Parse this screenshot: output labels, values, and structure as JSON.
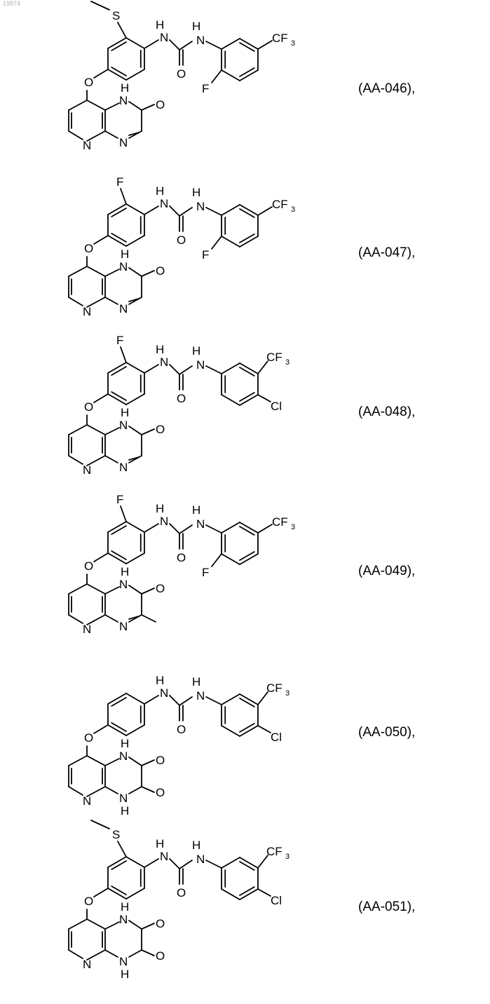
{
  "page": {
    "number": "19974"
  },
  "compounds": [
    {
      "id": "(AA-046),",
      "variant": {
        "sub": "S",
        "tail": "CH3",
        "aryl": "F-CF3",
        "pyrazine": "one-H"
      }
    },
    {
      "id": "(AA-047),",
      "variant": {
        "sub": "F",
        "aryl": "F-CF3",
        "pyrazine": "one-H"
      }
    },
    {
      "id": "(AA-048),",
      "variant": {
        "sub": "F",
        "aryl": "CF3-Cl",
        "pyrazine": "one-H"
      }
    },
    {
      "id": "(AA-049),",
      "variant": {
        "sub": "F",
        "aryl": "F-CF3",
        "pyrazine": "one-Me"
      }
    },
    {
      "id": "(AA-050),",
      "variant": {
        "sub": "",
        "aryl": "CF3-Cl",
        "pyrazine": "dione"
      }
    },
    {
      "id": "(AA-051),",
      "variant": {
        "sub": "S",
        "tail": "CH3",
        "aryl": "CF3-Cl",
        "pyrazine": "dione"
      }
    }
  ],
  "atoms": {
    "S": "S",
    "F": "F",
    "O": "O",
    "N": "N",
    "H": "H",
    "NH": "NH",
    "CF3": "CF",
    "three": "3",
    "Cl": "Cl"
  }
}
